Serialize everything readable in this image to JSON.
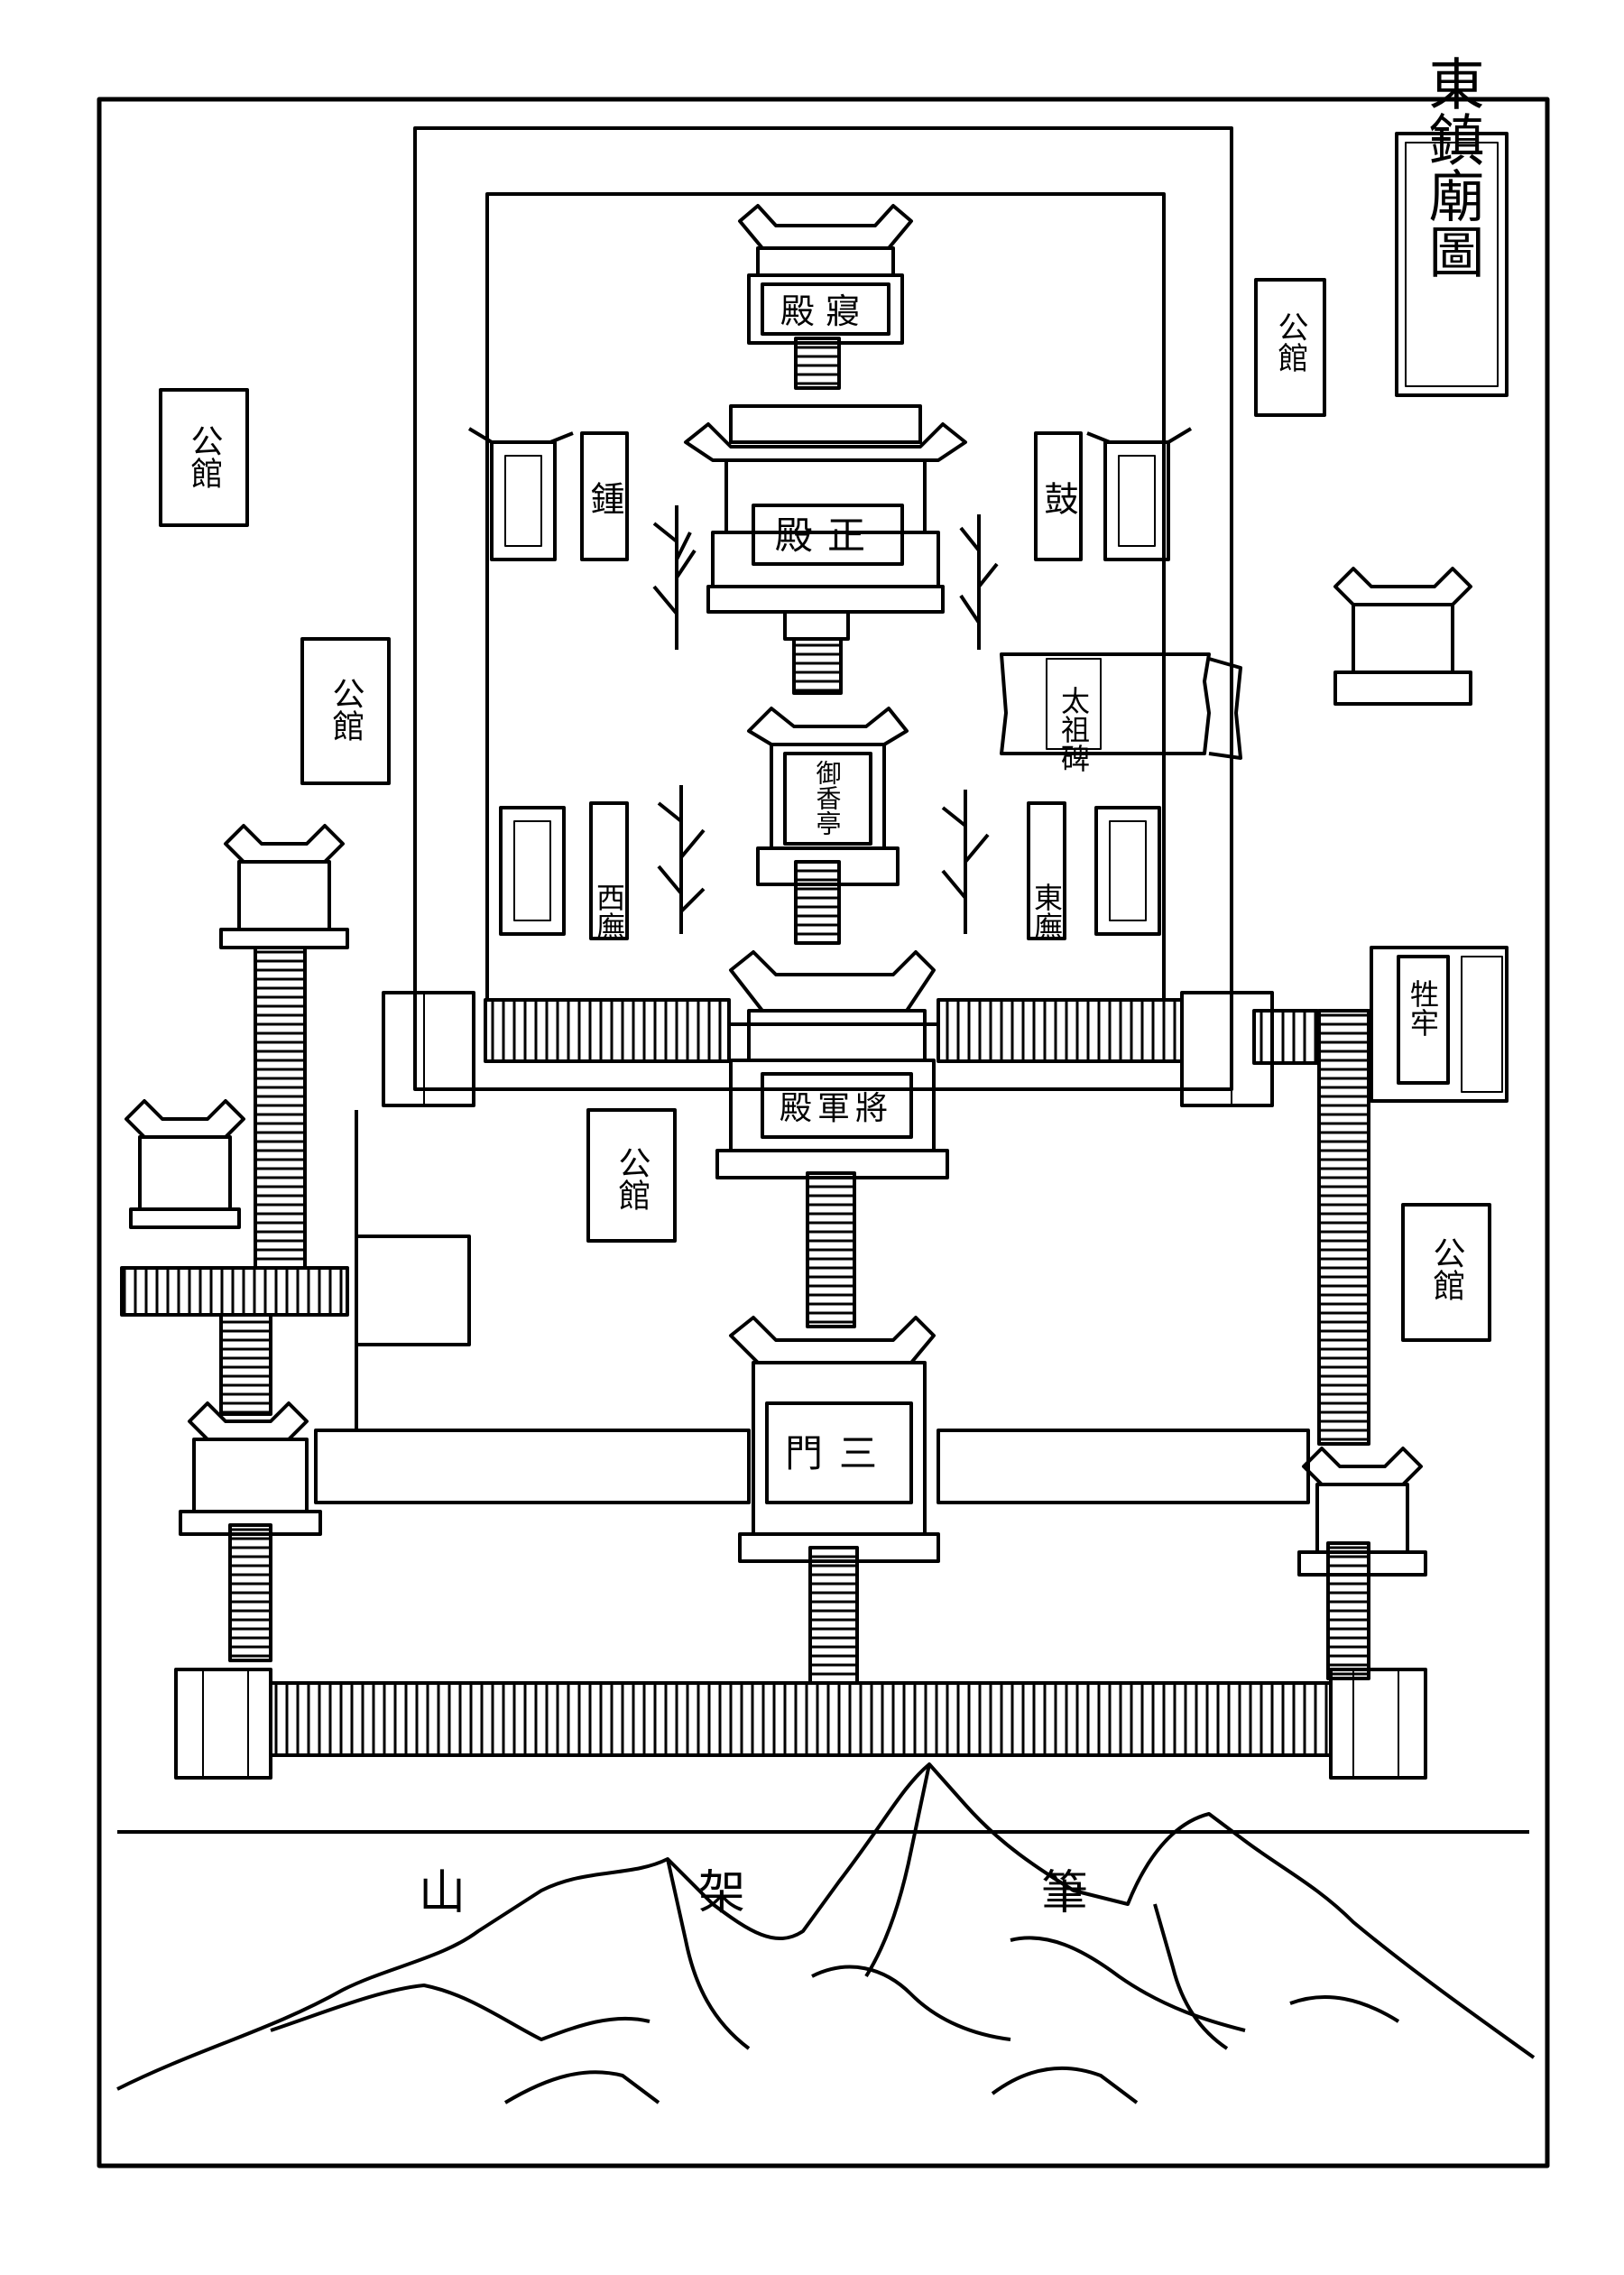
{
  "title": "東鎮廟圖",
  "buildings": {
    "sleeping_hall": "殿寢",
    "main_hall": "殿正",
    "bell_tower": "鍾",
    "drum_tower": "鼓",
    "taizu_stele": "太祖碑",
    "incense_pavilion": "御香亭",
    "west_corridor": "西廡",
    "east_corridor": "東廡",
    "general_hall": "殿軍將",
    "sacrifice_pen": "牲牢",
    "three_gates": "門三"
  },
  "guesthouse_label": "公館",
  "mountain_label": "筆架山",
  "colors": {
    "ink": "#000000",
    "paper": "#ffffff"
  }
}
